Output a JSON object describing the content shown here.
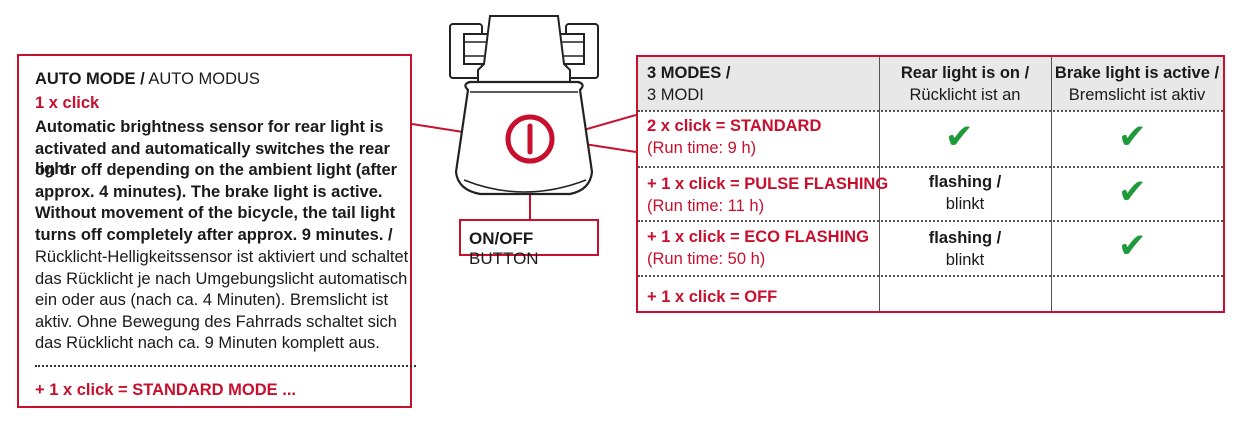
{
  "auto_mode": {
    "title_bold": "AUTO MODE /",
    "title_regular": " AUTO MODUS",
    "click": "1 x click",
    "en_lines": [
      "Automatic brightness sensor for rear light is",
      "activated and automatically switches the rear light",
      "on or off depending on the ambient light (after",
      "approx. 4 minutes). The brake light is active.",
      "Without movement of the bicycle, the tail light",
      "turns off completely after approx. 9 minutes. /"
    ],
    "de_lines": [
      "Rücklicht-Helligkeitssensor ist aktiviert und schaltet",
      "das Rücklicht je nach Umgebungslicht automatisch",
      "ein oder aus (nach ca. 4 Minuten). Bremslicht ist",
      "aktiv. Ohne Bewegung des Fahrrads schaltet sich",
      "das Rücklicht nach ca. 9 Minuten komplett aus."
    ],
    "next": "+ 1 x click = STANDARD MODE ..."
  },
  "onoff": {
    "bold": "ON/OFF",
    "regular": " BUTTON"
  },
  "table": {
    "headers": [
      {
        "en": "3 MODES /",
        "de": "3 MODI"
      },
      {
        "en": "Rear light is on /",
        "de": "Rücklicht ist an"
      },
      {
        "en": "Brake light is active /",
        "de": "Bremslicht ist aktiv"
      }
    ],
    "rows": [
      {
        "mode": "2 x click = STANDARD",
        "runtime": "(Run time: 9 h)",
        "rear": "check",
        "brake": "check"
      },
      {
        "mode": "+ 1 x click = PULSE FLASHING",
        "runtime": "(Run time: 11 h)",
        "rear_en": "flashing /",
        "rear_de": "blinkt",
        "brake": "check"
      },
      {
        "mode": "+ 1 x click = ECO FLASHING",
        "runtime": "(Run time: 50 h)",
        "rear_en": "flashing /",
        "rear_de": "blinkt",
        "brake": "check"
      },
      {
        "mode": "+ 1 x click = OFF",
        "runtime": "",
        "rear": "",
        "brake": ""
      }
    ],
    "check_glyph": "✔"
  },
  "colors": {
    "accent": "#c8102e",
    "check": "#1e9a3a",
    "header_bg": "#e8e8e8"
  }
}
